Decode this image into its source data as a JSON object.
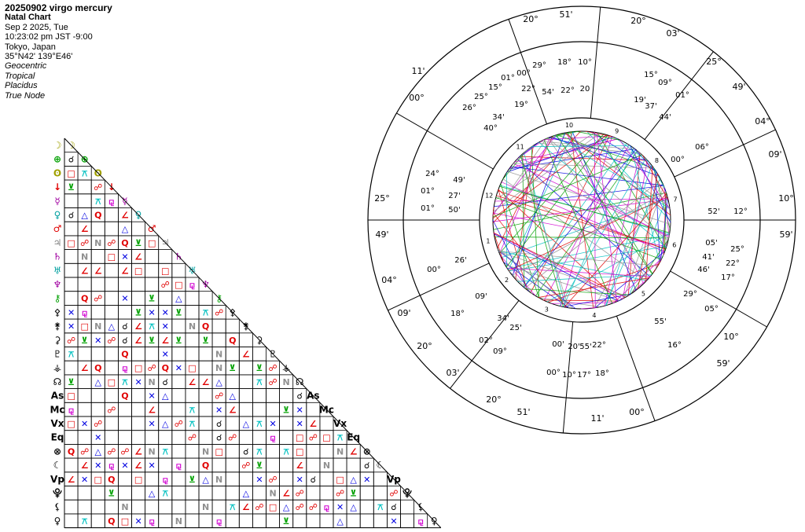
{
  "header": {
    "title": "20250902 virgo mercury",
    "chart_type": "Natal Chart",
    "date": "Sep 2 2025, Tue",
    "time": "10:23:02 pm  JST -9:00",
    "place": "Tokyo, Japan",
    "coords": "35°N42' 139°E46'",
    "options": [
      "Geocentric",
      "Tropical",
      "Placidus",
      "True Node"
    ]
  },
  "colors": {
    "fire": "#e00000",
    "earth": "#00a000",
    "air": "#00c0c0",
    "water": "#0000e0",
    "square": "#e00000",
    "trine": "#0000e0",
    "sextile": "#0000e0",
    "opposition": "#e00000",
    "minor": "#d000d0",
    "conj": "#000000",
    "quincunx": "#909090"
  },
  "grid_points": [
    {
      "glyph": "☽",
      "color": "#a0a000"
    },
    {
      "glyph": "⊕",
      "color": "#00a000"
    },
    {
      "glyph": "ʘ",
      "color": "#a0a000"
    },
    {
      "glyph": "↓",
      "color": "#e00000"
    },
    {
      "glyph": "☿",
      "color": "#a000a0"
    },
    {
      "glyph": "♀",
      "color": "#00a0a0"
    },
    {
      "glyph": "♂",
      "color": "#e00000"
    },
    {
      "glyph": "♃",
      "color": "#808080"
    },
    {
      "glyph": "♄",
      "color": "#a000a0"
    },
    {
      "glyph": "♅",
      "color": "#00a0a0"
    },
    {
      "glyph": "♆",
      "color": "#a000a0"
    },
    {
      "glyph": "⚷",
      "color": "#00a000"
    },
    {
      "glyph": "⚴",
      "color": "#000"
    },
    {
      "glyph": "⚵",
      "color": "#000"
    },
    {
      "glyph": "⚳",
      "color": "#000"
    },
    {
      "glyph": "♇",
      "color": "#000"
    },
    {
      "glyph": "⚶",
      "color": "#000"
    },
    {
      "glyph": "☊",
      "color": "#000"
    },
    {
      "glyph": "As",
      "color": "#000"
    },
    {
      "glyph": "Mc",
      "color": "#000"
    },
    {
      "glyph": "Vx",
      "color": "#000"
    },
    {
      "glyph": "Eq",
      "color": "#000"
    },
    {
      "glyph": "⊗",
      "color": "#000"
    },
    {
      "glyph": "☾",
      "color": "#000"
    },
    {
      "glyph": "Vp",
      "color": "#000"
    },
    {
      "glyph": "⯓",
      "color": "#000"
    },
    {
      "glyph": "⚸",
      "color": "#000"
    },
    {
      "glyph": "♀",
      "color": "#000"
    }
  ],
  "aspect_glyphs": [
    {
      "g": "✕",
      "c": "#0000e0"
    },
    {
      "g": "△",
      "c": "#0000e0"
    },
    {
      "g": "□",
      "c": "#e00000"
    },
    {
      "g": "☍",
      "c": "#e00000"
    },
    {
      "g": "∠",
      "c": "#e00000"
    },
    {
      "g": "⚻",
      "c": "#00c0c0"
    },
    {
      "g": "☌",
      "c": "#000000"
    },
    {
      "g": "⚼",
      "c": "#d000d0"
    },
    {
      "g": "Ν",
      "c": "#909090"
    },
    {
      "g": "⊻",
      "c": "#00a000"
    },
    {
      "g": "Q",
      "c": "#e00000"
    }
  ],
  "wheel": {
    "cusp_labels": [
      {
        "text": "20°",
        "color": "#000"
      },
      {
        "text": "51'",
        "color": "#000"
      },
      {
        "text": "20°",
        "color": "#000"
      },
      {
        "text": "03'",
        "color": "#000"
      },
      {
        "text": "25°",
        "color": "#000"
      },
      {
        "text": "49'",
        "color": "#000"
      },
      {
        "text": "04°",
        "color": "#000"
      },
      {
        "text": "09'",
        "color": "#000"
      },
      {
        "text": "10°",
        "color": "#000"
      },
      {
        "text": "59'",
        "color": "#000"
      },
      {
        "text": "11'",
        "color": "#000"
      },
      {
        "text": "00°",
        "color": "#000"
      },
      {
        "text": "25°",
        "color": "#000"
      },
      {
        "text": "49'",
        "color": "#000"
      },
      {
        "text": "04°",
        "color": "#000"
      },
      {
        "text": "09'",
        "color": "#000"
      },
      {
        "text": "20°",
        "color": "#000"
      },
      {
        "text": "03'",
        "color": "#000"
      },
      {
        "text": "20°",
        "color": "#000"
      },
      {
        "text": "51'",
        "color": "#000"
      },
      {
        "text": "11'",
        "color": "#000"
      },
      {
        "text": "00°",
        "color": "#000"
      },
      {
        "text": "10°",
        "color": "#000"
      },
      {
        "text": "59'",
        "color": "#000"
      }
    ],
    "house_numbers": [
      "1",
      "2",
      "3",
      "4",
      "5",
      "6",
      "7",
      "8",
      "9",
      "10",
      "11",
      "12"
    ],
    "planet_labels": [
      "29°",
      "54'",
      "00°",
      "01°",
      "19°",
      "22°",
      "25°",
      "15°",
      "34'",
      "26°",
      "40°",
      "18°",
      "22°",
      "10°",
      "20",
      "15°",
      "09°",
      "19'",
      "37'",
      "01°",
      "44'",
      "06°",
      "00°",
      "52'",
      "12°",
      "05'",
      "25°",
      "41'",
      "22°",
      "46'",
      "17°",
      "29°",
      "05°",
      "55'",
      "16°",
      "00'",
      "20'",
      "55'",
      "22°",
      "00°",
      "10°",
      "17°",
      "18°",
      "34'",
      "25'",
      "02°",
      "09°",
      "09'",
      "18°",
      "26'",
      "00°",
      "24°",
      "49'",
      "01°",
      "27'",
      "01°",
      "50'"
    ]
  }
}
